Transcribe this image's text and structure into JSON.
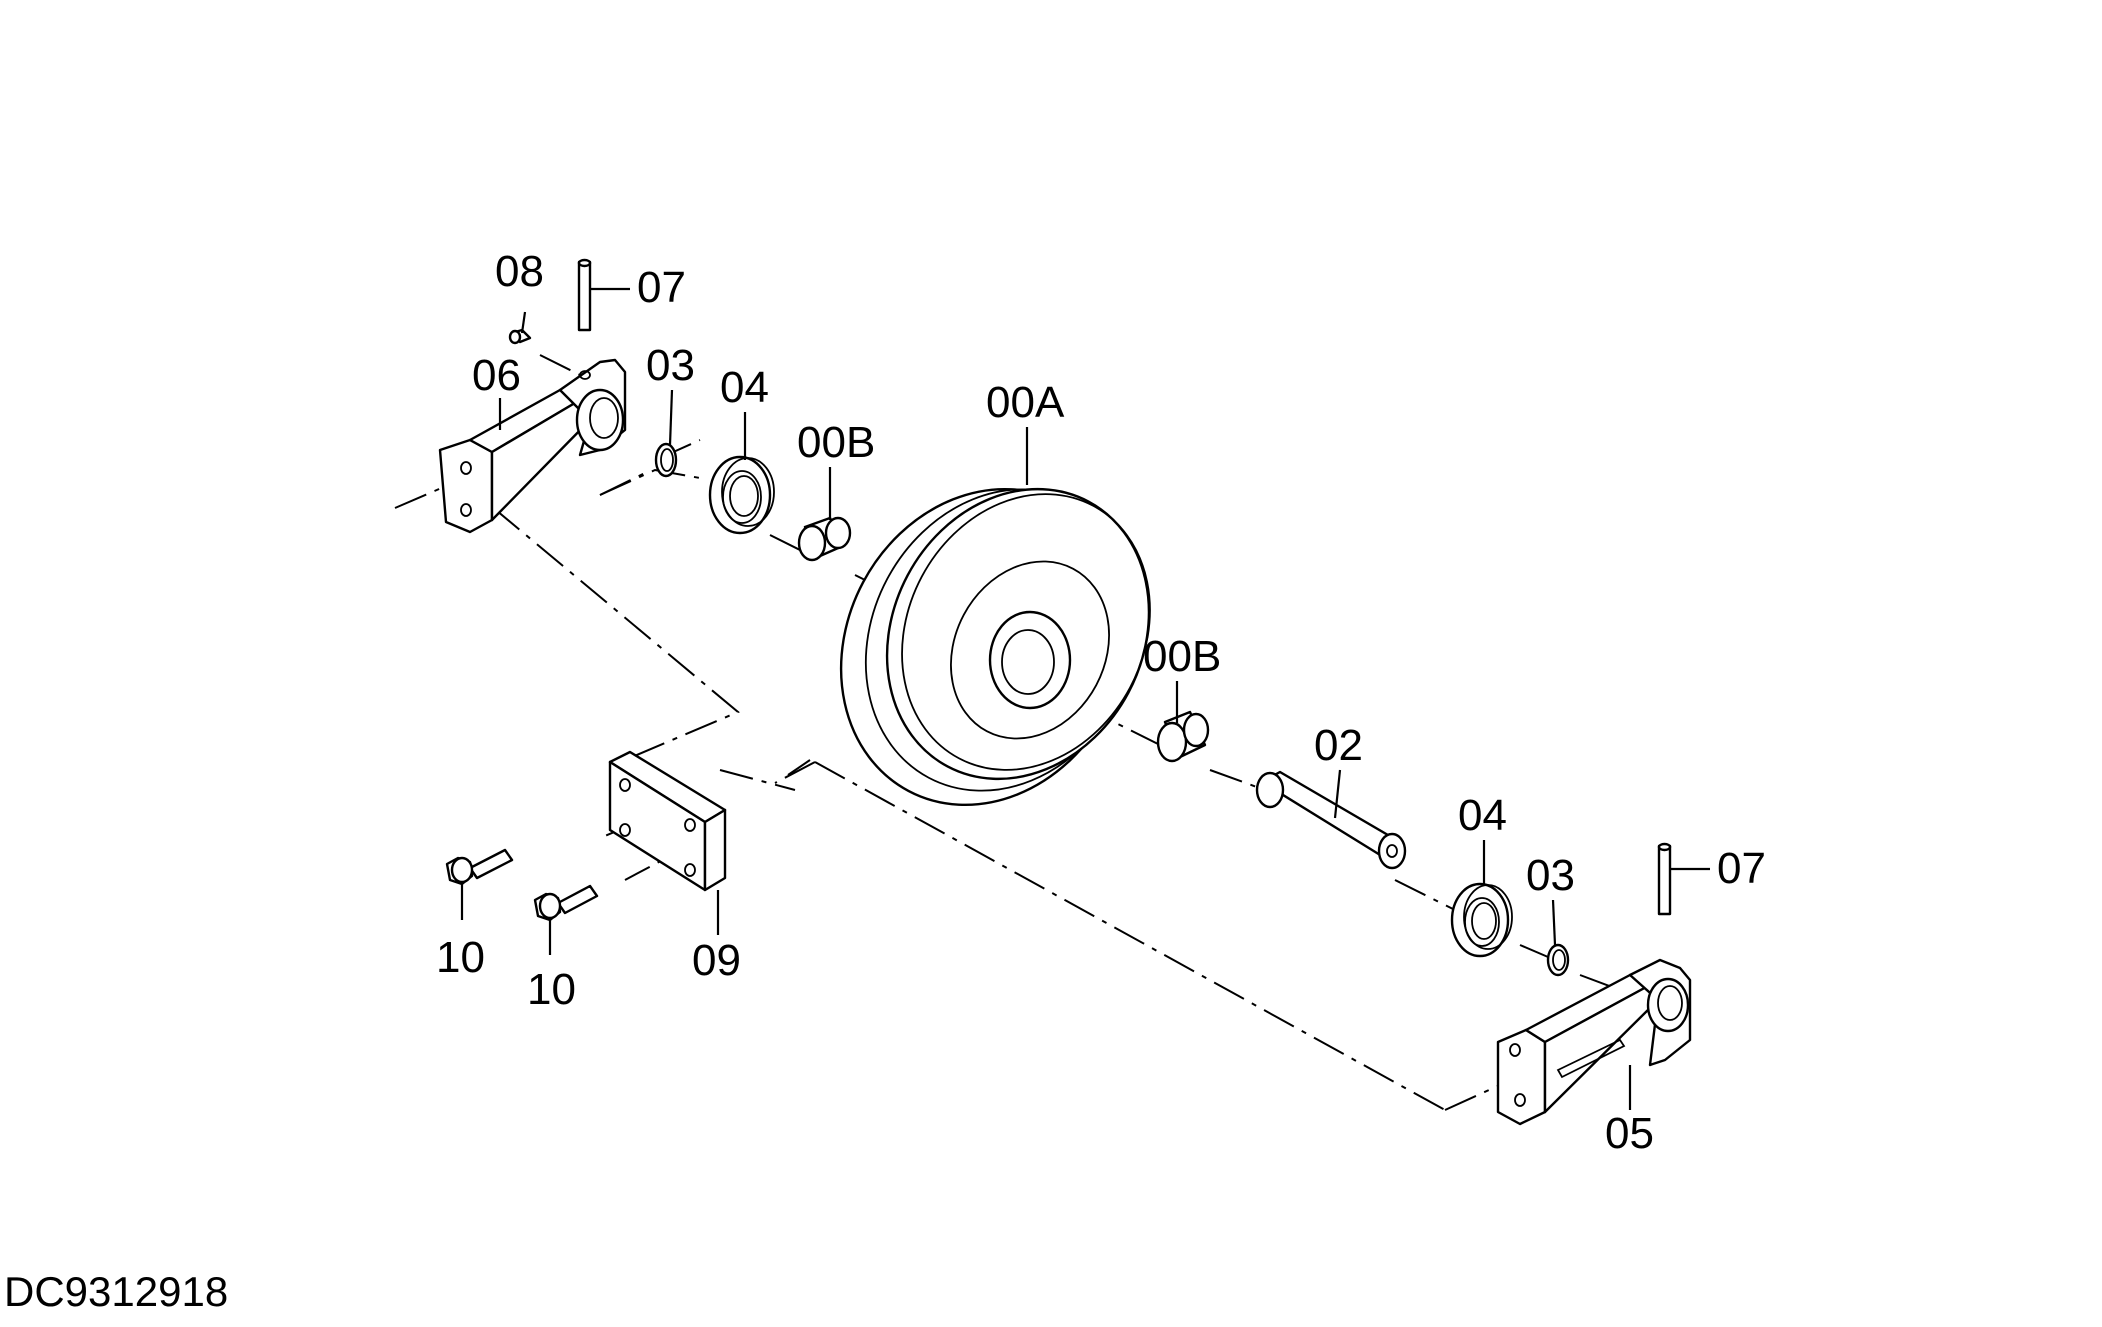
{
  "document_id": "DC9312918",
  "callouts": {
    "c08": "08",
    "c07_top": "07",
    "c06": "06",
    "c03_top": "03",
    "c04_top": "04",
    "c00b_top": "00B",
    "c00a": "00A",
    "c00b_mid": "00B",
    "c02": "02",
    "c04_bottom": "04",
    "c03_bottom": "03",
    "c07_bottom": "07",
    "c05": "05",
    "c09": "09",
    "c10_left": "10",
    "c10_right": "10"
  }
}
